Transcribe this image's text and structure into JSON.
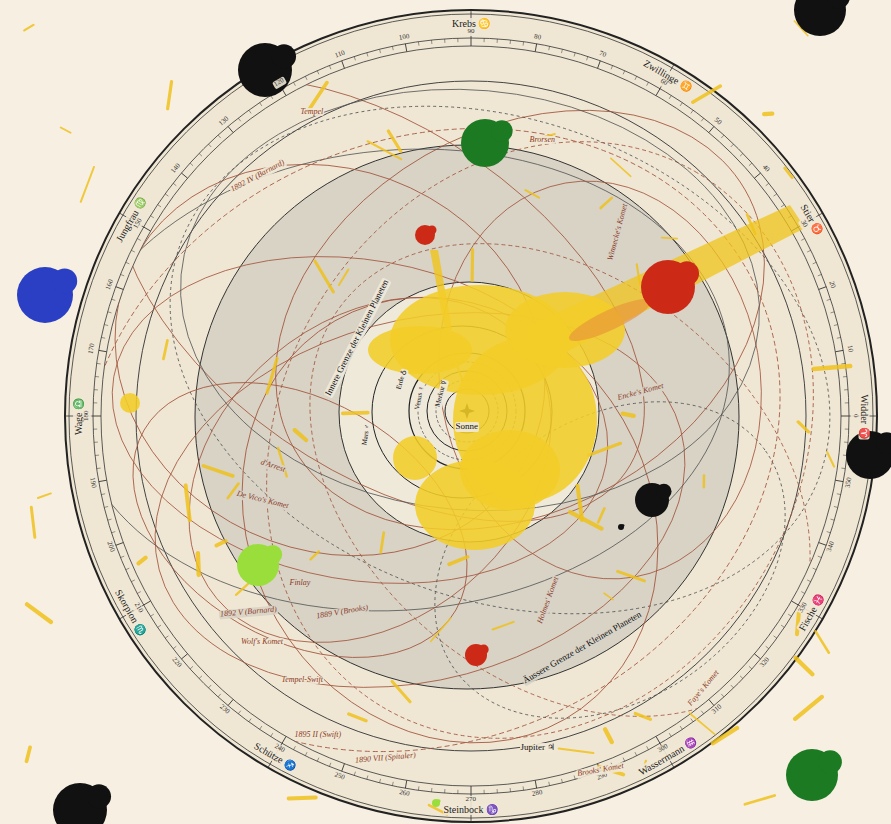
{
  "diagram": {
    "labels": [
      "Krebs ♋",
      "Zwillinge ♊",
      "Stier ♉",
      "Widder ♈",
      "Fische ♓",
      "Wassermann ♒",
      "Steinbock ♑",
      "Schütze ♐",
      "Skorpion ♏",
      "Wage ♎",
      "Jungfrau ♍",
      "0",
      "10",
      "20",
      "30",
      "40",
      "50",
      "60",
      "70",
      "80",
      "90",
      "100",
      "110",
      "120",
      "130",
      "140",
      "150",
      "160",
      "170",
      "180",
      "190",
      "200",
      "210",
      "220",
      "230",
      "240",
      "250",
      "260",
      "270",
      "280",
      "290",
      "300",
      "310",
      "320",
      "330",
      "340",
      "350",
      "Sonne",
      "Merkur ☿",
      "Venus ♀",
      "Erde ♁",
      "Mars ♂",
      "Innere Grenze der Kleinen Planeten",
      "Äussere Grenze der Kleinen Planeten",
      "Jupiter ♃",
      "Tempel",
      "1892 IV (Barnard)",
      "Brorsen",
      "Winnecke's Komet",
      "d'Arrest",
      "De Vico's Komet",
      "Finlay",
      "1892 V (Barnard)",
      "1889 V (Brooks)",
      "Wolf's Komet",
      "Tempel-Swift",
      "1895 II (Swift)",
      "1890 VII (Spitaler)",
      "Encke's Komet",
      "Holmes' Komet",
      "Faye's Komet",
      "Brooks' Komet"
    ]
  }
}
